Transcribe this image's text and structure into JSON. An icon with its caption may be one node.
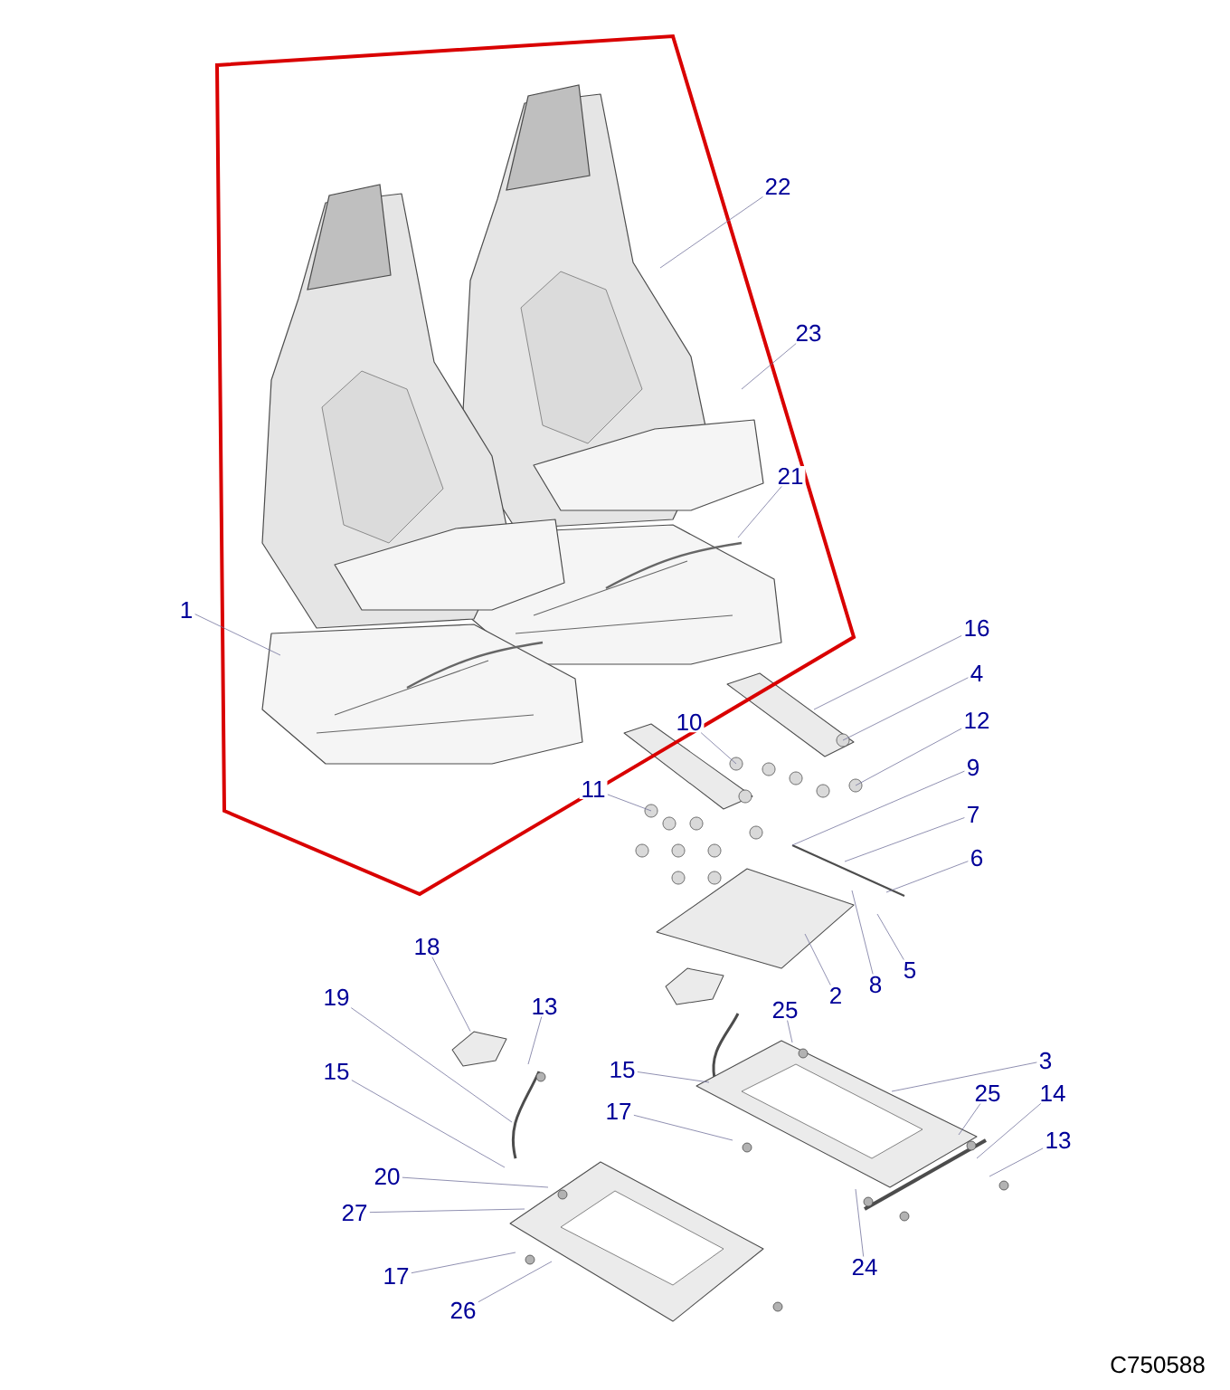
{
  "diagram": {
    "nodes": [
      {
        "text": [
          "1"
        ]
      },
      {
        "text": [
          "22"
        ]
      },
      {
        "text": [
          "23"
        ]
      },
      {
        "text": [
          "21"
        ]
      },
      {
        "text": [
          "16"
        ]
      },
      {
        "text": [
          "4"
        ]
      },
      {
        "text": [
          "12"
        ]
      },
      {
        "text": [
          "9"
        ]
      },
      {
        "text": [
          "7"
        ]
      },
      {
        "text": [
          "6"
        ]
      },
      {
        "text": [
          "5"
        ]
      },
      {
        "text": [
          "8"
        ]
      },
      {
        "text": [
          "2"
        ]
      },
      {
        "text": [
          "10"
        ]
      },
      {
        "text": [
          "11"
        ]
      },
      {
        "text": [
          "18"
        ]
      },
      {
        "text": [
          "13"
        ]
      },
      {
        "text": [
          "19"
        ]
      },
      {
        "text": [
          "15"
        ]
      },
      {
        "text": [
          "20"
        ]
      },
      {
        "text": [
          "27"
        ]
      },
      {
        "text": [
          "17"
        ]
      },
      {
        "text": [
          "26"
        ]
      },
      {
        "text": [
          "15"
        ]
      },
      {
        "text": [
          "25"
        ]
      },
      {
        "text": [
          "3"
        ]
      },
      {
        "text": [
          "17"
        ]
      },
      {
        "text": [
          "25"
        ]
      },
      {
        "text": [
          "14"
        ]
      },
      {
        "text": [
          "13"
        ]
      },
      {
        "text": [
          "24"
        ]
      },
      {
        "text": [],
        "shape": "picture"
      }
    ],
    "edges": [
      {
        "from": 0,
        "to": null,
        "arrow": "none"
      },
      {
        "from": 1,
        "to": null,
        "arrow": "none"
      },
      {
        "from": 2,
        "to": null,
        "arrow": "none"
      },
      {
        "from": 3,
        "to": null,
        "arrow": "none"
      },
      {
        "from": 4,
        "to": null,
        "arrow": "none"
      },
      {
        "from": 5,
        "to": null,
        "arrow": "none"
      },
      {
        "from": 6,
        "to": null,
        "arrow": "none"
      },
      {
        "from": 7,
        "to": null,
        "arrow": "none"
      },
      {
        "from": 8,
        "to": null,
        "arrow": "none"
      },
      {
        "from": 9,
        "to": null,
        "arrow": "none"
      },
      {
        "from": 10,
        "to": null,
        "arrow": "none"
      },
      {
        "from": 11,
        "to": null,
        "arrow": "none"
      },
      {
        "from": 12,
        "to": null,
        "arrow": "none"
      },
      {
        "from": 13,
        "to": null,
        "arrow": "none"
      },
      {
        "from": 14,
        "to": null,
        "arrow": "none"
      },
      {
        "from": 15,
        "to": 31,
        "arrow": "none"
      },
      {
        "from": 16,
        "to": null,
        "arrow": "none"
      },
      {
        "from": 17,
        "to": null,
        "arrow": "none"
      },
      {
        "from": 18,
        "to": null,
        "arrow": "none"
      },
      {
        "from": 19,
        "to": null,
        "arrow": "none"
      },
      {
        "from": 20,
        "to": null,
        "arrow": "none"
      },
      {
        "from": 21,
        "to": null,
        "arrow": "none"
      },
      {
        "from": 22,
        "to": null,
        "arrow": "none"
      },
      {
        "from": 23,
        "to": null,
        "arrow": "none"
      },
      {
        "from": 24,
        "to": null,
        "arrow": "none"
      },
      {
        "from": 25,
        "to": null,
        "arrow": "none"
      },
      {
        "from": 26,
        "to": null,
        "arrow": "none"
      },
      {
        "from": 27,
        "to": null,
        "arrow": "none"
      },
      {
        "from": 28,
        "to": null,
        "arrow": "none"
      },
      {
        "from": 29,
        "to": null,
        "arrow": "none"
      },
      {
        "from": 30,
        "to": null,
        "arrow": "none"
      }
    ],
    "labels": [
      "C750588"
    ]
  }
}
